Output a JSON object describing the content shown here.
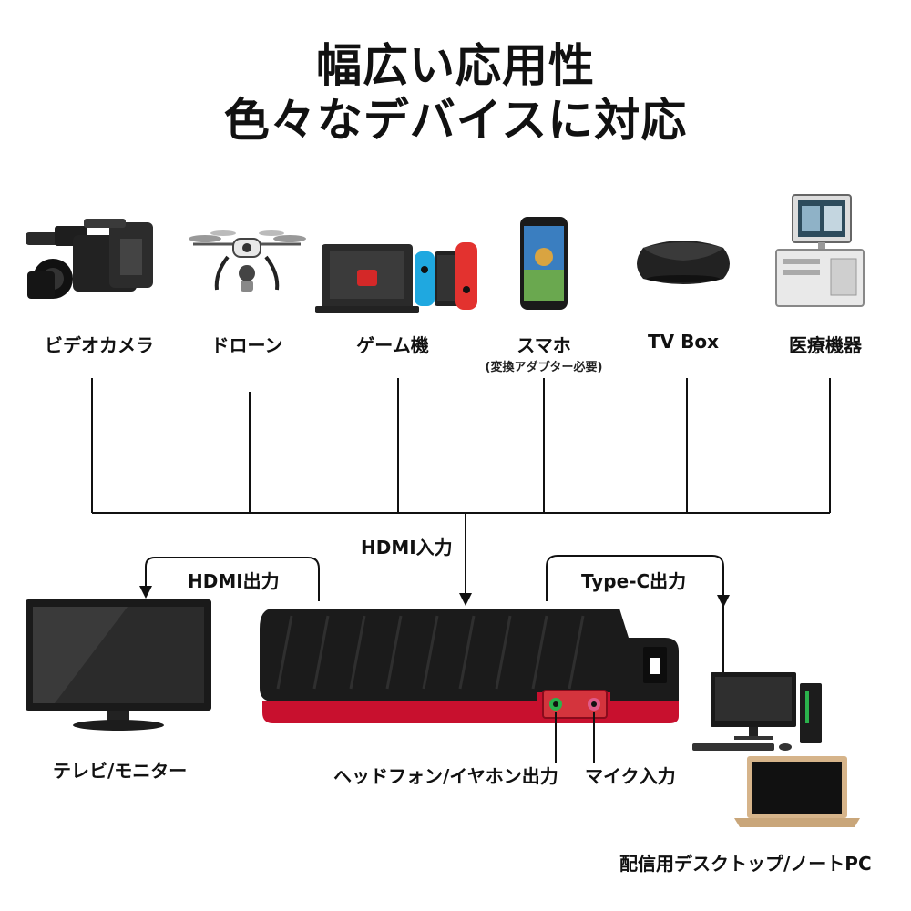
{
  "title": {
    "line1": "幅広い応用性",
    "line2": "色々なデバイスに対応"
  },
  "devices": [
    {
      "label": "ビデオカメラ",
      "icon": "video-camera-icon"
    },
    {
      "label": "ドローン",
      "icon": "drone-icon"
    },
    {
      "label": "ゲーム機",
      "icon": "game-console-icon"
    },
    {
      "label": "スマホ",
      "note": "(変換アダプター必要)",
      "icon": "smartphone-icon"
    },
    {
      "label": "TV Box",
      "icon": "tv-box-icon"
    },
    {
      "label": "医療機器",
      "icon": "medical-device-icon"
    }
  ],
  "connections": {
    "hdmi_in": "HDMI入力",
    "hdmi_out": "HDMI出力",
    "typec_out": "Type-C出力"
  },
  "ports": {
    "headphone": "ヘッドフォン/イヤホン出力",
    "mic": "マイク入力"
  },
  "outputs": {
    "tv": "テレビ/モニター",
    "pc": "配信用デスクトップ/ノートPC"
  },
  "colors": {
    "line": "#111111",
    "device_body": "#1b1b1b",
    "device_accent": "#c8102e",
    "port_green": "#2bb24c",
    "port_pink": "#e05b8a"
  }
}
